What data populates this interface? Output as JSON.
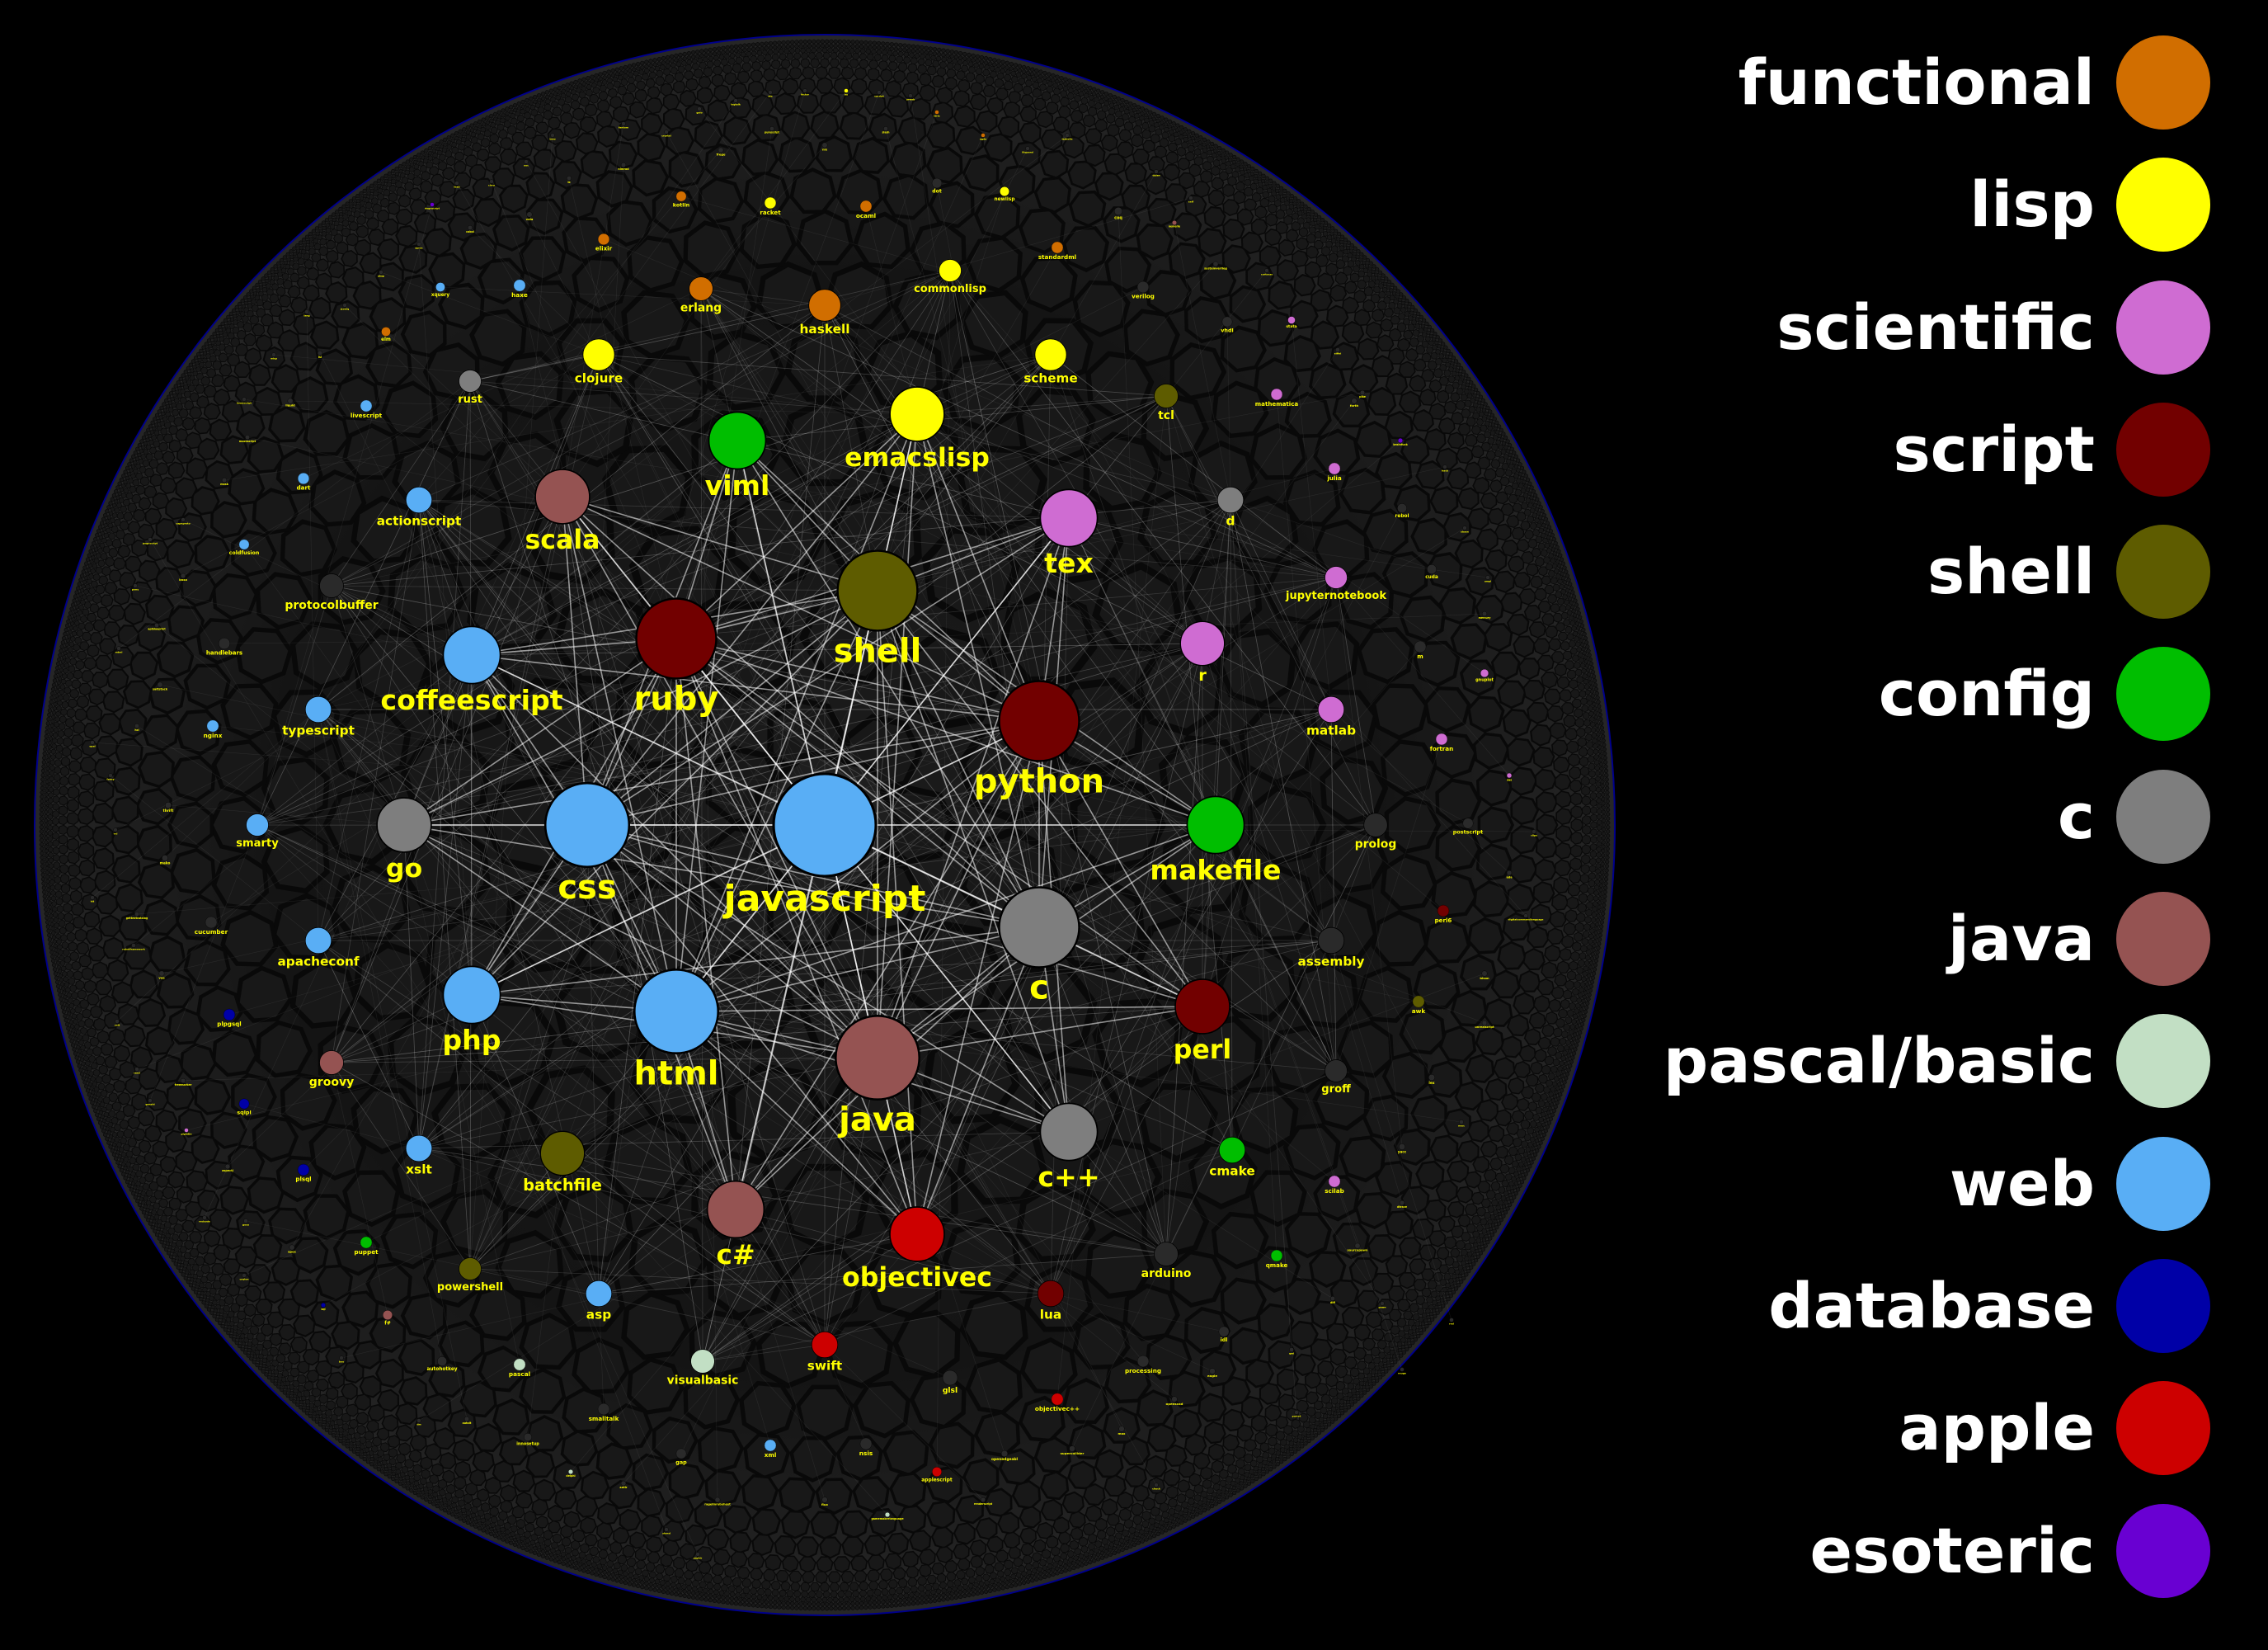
{
  "categories": [
    {
      "key": "functional",
      "label": "functional",
      "color": "#d16e00"
    },
    {
      "key": "lisp",
      "label": "lisp",
      "color": "#ffff00"
    },
    {
      "key": "scientific",
      "label": "scientific",
      "color": "#cf6cd2"
    },
    {
      "key": "script",
      "label": "script",
      "color": "#720000"
    },
    {
      "key": "shell",
      "label": "shell",
      "color": "#5e5c00"
    },
    {
      "key": "config",
      "label": "config",
      "color": "#00be00"
    },
    {
      "key": "c",
      "label": "c",
      "color": "#7e7e7e"
    },
    {
      "key": "java",
      "label": "java",
      "color": "#955352"
    },
    {
      "key": "pascal",
      "label": "pascal/basic",
      "color": "#c2dfc4"
    },
    {
      "key": "web",
      "label": "web",
      "color": "#59aef5"
    },
    {
      "key": "database",
      "label": "database",
      "color": "#0000a7"
    },
    {
      "key": "apple",
      "label": "apple",
      "color": "#cd0000"
    },
    {
      "key": "esoteric",
      "label": "esoteric",
      "color": "#6900d2"
    }
  ],
  "colors": {
    "background": "#000000",
    "label": "#ffff00",
    "uncategorized": "#2a2a2a",
    "disk_edge": "#00008b"
  },
  "nodes": [
    {
      "name": "javascript",
      "cat": "web",
      "weight": 1.0
    },
    {
      "name": "css",
      "cat": "web",
      "weight": 0.9
    },
    {
      "name": "html",
      "cat": "web",
      "weight": 0.9
    },
    {
      "name": "java",
      "cat": "java",
      "weight": 0.9
    },
    {
      "name": "c",
      "cat": "c",
      "weight": 0.86
    },
    {
      "name": "python",
      "cat": "script",
      "weight": 0.86
    },
    {
      "name": "shell",
      "cat": "shell",
      "weight": 0.86
    },
    {
      "name": "ruby",
      "cat": "script",
      "weight": 0.86
    },
    {
      "name": "c++",
      "cat": "c",
      "weight": 0.74
    },
    {
      "name": "c#",
      "cat": "java",
      "weight": 0.74
    },
    {
      "name": "php",
      "cat": "web",
      "weight": 0.74
    },
    {
      "name": "go",
      "cat": "c",
      "weight": 0.74
    },
    {
      "name": "viml",
      "cat": "config",
      "weight": 0.74
    },
    {
      "name": "emacslisp",
      "cat": "lisp",
      "weight": 0.74
    },
    {
      "name": "tex",
      "cat": "scientific",
      "weight": 0.74
    },
    {
      "name": "perl",
      "cat": "script",
      "weight": 0.74
    },
    {
      "name": "makefile",
      "cat": "config",
      "weight": 0.74
    },
    {
      "name": "objectivec",
      "cat": "apple",
      "weight": 0.74
    },
    {
      "name": "scala",
      "cat": "java",
      "weight": 0.74
    },
    {
      "name": "coffeescript",
      "cat": "web",
      "weight": 0.74
    },
    {
      "name": "batchfile",
      "cat": "shell",
      "weight": 0.6
    },
    {
      "name": "r",
      "cat": "scientific",
      "weight": 0.6
    },
    {
      "name": "haskell",
      "cat": "functional",
      "weight": 0.55
    },
    {
      "name": "clojure",
      "cat": "lisp",
      "weight": 0.55
    },
    {
      "name": "scheme",
      "cat": "lisp",
      "weight": 0.55
    },
    {
      "name": "commonlisp",
      "cat": "lisp",
      "weight": 0.45
    },
    {
      "name": "erlang",
      "cat": "functional",
      "weight": 0.45
    },
    {
      "name": "rust",
      "cat": "c",
      "weight": 0.45
    },
    {
      "name": "tcl",
      "cat": "shell",
      "weight": 0.45
    },
    {
      "name": "d",
      "cat": "c",
      "weight": 0.45
    },
    {
      "name": "lua",
      "cat": "script",
      "weight": 0.45
    },
    {
      "name": "swift",
      "cat": "apple",
      "weight": 0.45
    },
    {
      "name": "assembly",
      "cat": null,
      "weight": 0.45
    },
    {
      "name": "arduino",
      "cat": null,
      "weight": 0.45
    },
    {
      "name": "xslt",
      "cat": "web",
      "weight": 0.45
    },
    {
      "name": "asp",
      "cat": "web",
      "weight": 0.45
    },
    {
      "name": "apacheconf",
      "cat": "web",
      "weight": 0.45
    },
    {
      "name": "smarty",
      "cat": "web",
      "weight": 0.45
    },
    {
      "name": "typescript",
      "cat": "web",
      "weight": 0.45
    },
    {
      "name": "actionscript",
      "cat": "web",
      "weight": 0.45
    },
    {
      "name": "protocolbuffer",
      "cat": null,
      "weight": 0.45
    },
    {
      "name": "groovy",
      "cat": "java",
      "weight": 0.45
    },
    {
      "name": "powershell",
      "cat": "shell",
      "weight": 0.45
    },
    {
      "name": "visualbasic",
      "cat": "pascal",
      "weight": 0.45
    },
    {
      "name": "cmake",
      "cat": "config",
      "weight": 0.45
    },
    {
      "name": "matlab",
      "cat": "scientific",
      "weight": 0.45
    },
    {
      "name": "prolog",
      "cat": null,
      "weight": 0.45
    },
    {
      "name": "jupyternotebook",
      "cat": "scientific",
      "weight": 0.45
    },
    {
      "name": "groff",
      "cat": null,
      "weight": 0.45
    },
    {
      "name": "mathematica",
      "cat": "scientific",
      "weight": 0.3
    },
    {
      "name": "julia",
      "cat": "scientific",
      "weight": 0.3
    },
    {
      "name": "glsl",
      "cat": null,
      "weight": 0.3
    },
    {
      "name": "verilog",
      "cat": null,
      "weight": 0.3
    },
    {
      "name": "standardml",
      "cat": "functional",
      "weight": 0.3
    },
    {
      "name": "ocaml",
      "cat": "functional",
      "weight": 0.3
    },
    {
      "name": "racket",
      "cat": "lisp",
      "weight": 0.3
    },
    {
      "name": "kotlin",
      "cat": "functional",
      "weight": 0.3
    },
    {
      "name": "elixir",
      "cat": "functional",
      "weight": 0.3
    },
    {
      "name": "haxe",
      "cat": "web",
      "weight": 0.3
    },
    {
      "name": "dart",
      "cat": "web",
      "weight": 0.3
    },
    {
      "name": "livescript",
      "cat": "web",
      "weight": 0.3
    },
    {
      "name": "coldfusion",
      "cat": "web",
      "weight": 0.3
    },
    {
      "name": "nginx",
      "cat": "web",
      "weight": 0.3
    },
    {
      "name": "handlebars",
      "cat": null,
      "weight": 0.3
    },
    {
      "name": "cucumber",
      "cat": null,
      "weight": 0.3
    },
    {
      "name": "puppet",
      "cat": "config",
      "weight": 0.3
    },
    {
      "name": "pascal",
      "cat": "pascal",
      "weight": 0.3
    },
    {
      "name": "plsql",
      "cat": "database",
      "weight": 0.3
    },
    {
      "name": "plpgsql",
      "cat": "database",
      "weight": 0.3
    },
    {
      "name": "sqlpl",
      "cat": "database",
      "weight": 0.3
    },
    {
      "name": "fortran",
      "cat": "scientific",
      "weight": 0.3
    },
    {
      "name": "perl6",
      "cat": "script",
      "weight": 0.3
    },
    {
      "name": "awk",
      "cat": "shell",
      "weight": 0.3
    },
    {
      "name": "scilab",
      "cat": "scientific",
      "weight": 0.3
    },
    {
      "name": "qmake",
      "cat": "config",
      "weight": 0.3
    },
    {
      "name": "objectivec++",
      "cat": "apple",
      "weight": 0.3
    },
    {
      "name": "xml",
      "cat": "web",
      "weight": 0.3
    },
    {
      "name": "applescript",
      "cat": "apple",
      "weight": 0.3
    },
    {
      "name": "processing",
      "cat": null,
      "weight": 0.3
    },
    {
      "name": "nsis",
      "cat": null,
      "weight": 0.3
    },
    {
      "name": "smalltalk",
      "cat": null,
      "weight": 0.3
    },
    {
      "name": "gap",
      "cat": null,
      "weight": 0.3
    },
    {
      "name": "idl",
      "cat": null,
      "weight": 0.3
    },
    {
      "name": "vhdl",
      "cat": null,
      "weight": 0.3
    },
    {
      "name": "stata",
      "cat": "scientific",
      "weight": 0.3
    },
    {
      "name": "rebol",
      "cat": null,
      "weight": 0.3
    },
    {
      "name": "cuda",
      "cat": null,
      "weight": 0.3
    },
    {
      "name": "m",
      "cat": null,
      "weight": 0.3
    },
    {
      "name": "dot",
      "cat": null,
      "weight": 0.3
    },
    {
      "name": "newlisp",
      "cat": "lisp",
      "weight": 0.3
    },
    {
      "name": "coq",
      "cat": null,
      "weight": 0.3
    },
    {
      "name": "f#",
      "cat": "java",
      "weight": 0.3
    },
    {
      "name": "gnuplot",
      "cat": "scientific",
      "weight": 0.3
    },
    {
      "name": "postscript",
      "cat": null,
      "weight": 0.3
    },
    {
      "name": "autohotkey",
      "cat": null,
      "weight": 0.3
    },
    {
      "name": "innosetup",
      "cat": null,
      "weight": 0.3
    },
    {
      "name": "xquery",
      "cat": "web",
      "weight": 0.3
    },
    {
      "name": "elm",
      "cat": "functional",
      "weight": 0.3
    },
    {
      "name": "vala",
      "cat": null,
      "weight": 0.2
    },
    {
      "name": "cobol",
      "cat": null,
      "weight": 0.2
    },
    {
      "name": "nimrod",
      "cat": null,
      "weight": 0.2
    },
    {
      "name": "frege",
      "cat": null,
      "weight": 0.2
    },
    {
      "name": "nix",
      "cat": null,
      "weight": 0.2
    },
    {
      "name": "io",
      "cat": null,
      "weight": 0.2
    },
    {
      "name": "xproc",
      "cat": null,
      "weight": 0.2
    },
    {
      "name": "abap",
      "cat": null,
      "weight": 0.2
    },
    {
      "name": "jsoniq",
      "cat": null,
      "weight": 0.2
    },
    {
      "name": "lsl",
      "cat": null,
      "weight": 0.2
    },
    {
      "name": "liquid",
      "cat": null,
      "weight": 0.2
    },
    {
      "name": "moonscript",
      "cat": null,
      "weight": 0.2
    },
    {
      "name": "mask",
      "cat": null,
      "weight": 0.2
    },
    {
      "name": "capnproto",
      "cat": null,
      "weight": 0.2
    },
    {
      "name": "lasso",
      "cat": null,
      "weight": 0.2
    },
    {
      "name": "apiblueprint",
      "cat": null,
      "weight": 0.2
    },
    {
      "name": "saltstack",
      "cat": null,
      "weight": 0.2
    },
    {
      "name": "hcl",
      "cat": null,
      "weight": 0.2
    },
    {
      "name": "thrift",
      "cat": null,
      "weight": 0.2
    },
    {
      "name": "mako",
      "cat": null,
      "weight": 0.2
    },
    {
      "name": "gettextcatalog",
      "cat": null,
      "weight": 0.2
    },
    {
      "name": "vue",
      "cat": null,
      "weight": 0.2
    },
    {
      "name": "freemarker",
      "cat": null,
      "weight": 0.2
    },
    {
      "name": "aspectj",
      "cat": null,
      "weight": 0.2
    },
    {
      "name": "gosu",
      "cat": null,
      "weight": 0.2
    },
    {
      "name": "apex",
      "cat": null,
      "weight": 0.2
    },
    {
      "name": "sql",
      "cat": "database",
      "weight": 0.2
    },
    {
      "name": "piglatin",
      "cat": "scientific",
      "weight": 0.2
    },
    {
      "name": "autoit",
      "cat": null,
      "weight": 0.2
    },
    {
      "name": "delphi",
      "cat": "pascal",
      "weight": 0.2
    },
    {
      "name": "antlr",
      "cat": null,
      "weight": 0.2
    },
    {
      "name": "flux",
      "cat": null,
      "weight": 0.2
    },
    {
      "name": "openedgeabl",
      "cat": null,
      "weight": 0.2
    },
    {
      "name": "supercollider",
      "cat": null,
      "weight": 0.2
    },
    {
      "name": "max",
      "cat": null,
      "weight": 0.2
    },
    {
      "name": "openscad",
      "cat": null,
      "weight": 0.2
    },
    {
      "name": "eagle",
      "cat": null,
      "weight": 0.2
    },
    {
      "name": "sourcepawn",
      "cat": null,
      "weight": 0.2
    },
    {
      "name": "dtrace",
      "cat": null,
      "weight": 0.2
    },
    {
      "name": "yacc",
      "cat": null,
      "weight": 0.2
    },
    {
      "name": "lex",
      "cat": null,
      "weight": 0.2
    },
    {
      "name": "unrealscript",
      "cat": null,
      "weight": 0.2
    },
    {
      "name": "bison",
      "cat": null,
      "weight": 0.2
    },
    {
      "name": "ada",
      "cat": null,
      "weight": 0.2
    },
    {
      "name": "sas",
      "cat": "scientific",
      "weight": 0.2
    },
    {
      "name": "mercury",
      "cat": null,
      "weight": 0.2
    },
    {
      "name": "forth",
      "cat": null,
      "weight": 0.2
    },
    {
      "name": "brainfuck",
      "cat": "esoteric",
      "weight": 0.2
    },
    {
      "name": "eiffel",
      "cat": null,
      "weight": 0.2
    },
    {
      "name": "systemverilog",
      "cat": null,
      "weight": 0.2
    },
    {
      "name": "cartocss",
      "cat": null,
      "weight": 0.2
    },
    {
      "name": "nemerle",
      "cat": "java",
      "weight": 0.2
    },
    {
      "name": "lilypond",
      "cat": null,
      "weight": 0.2
    },
    {
      "name": "agda",
      "cat": "functional",
      "weight": 0.2
    },
    {
      "name": "idris",
      "cat": "functional",
      "weight": 0.2
    },
    {
      "name": "slash",
      "cat": null,
      "weight": 0.2
    },
    {
      "name": "purescript",
      "cat": null,
      "weight": 0.2
    },
    {
      "name": "crystal",
      "cat": null,
      "weight": 0.2
    },
    {
      "name": "factor",
      "cat": null,
      "weight": 0.2
    },
    {
      "name": "hy",
      "cat": "lisp",
      "weight": 0.2
    },
    {
      "name": "robotframework",
      "cat": null,
      "weight": 0.2
    },
    {
      "name": "ragelinrubyhost",
      "cat": null,
      "weight": 0.2
    },
    {
      "name": "gamemakerlanguage",
      "cat": "pascal",
      "weight": 0.2
    },
    {
      "name": "renderscript",
      "cat": null,
      "weight": 0.2
    },
    {
      "name": "digitalcommandlanguage",
      "cat": null,
      "weight": 0.2
    },
    {
      "name": "dogescript",
      "cat": "esoteric",
      "weight": 0.2
    },
    {
      "name": "pogoscript",
      "cat": null,
      "weight": 0.2
    },
    {
      "name": "wisp",
      "cat": null,
      "weight": 0.2
    },
    {
      "name": "lean",
      "cat": null,
      "weight": 0.2
    },
    {
      "name": "cirru",
      "cat": null,
      "weight": 0.2
    },
    {
      "name": "ooc",
      "cat": null,
      "weight": 0.2
    },
    {
      "name": "inno",
      "cat": null,
      "weight": 0.2
    },
    {
      "name": "fantom",
      "cat": null,
      "weight": 0.2
    },
    {
      "name": "golo",
      "cat": null,
      "weight": 0.2
    },
    {
      "name": "logtalk",
      "cat": null,
      "weight": 0.2
    },
    {
      "name": "ats",
      "cat": null,
      "weight": 0.2
    },
    {
      "name": "cycript",
      "cat": null,
      "weight": 0.2
    },
    {
      "name": "urweb",
      "cat": null,
      "weight": 0.2
    },
    {
      "name": "isabelle",
      "cat": null,
      "weight": 0.2
    },
    {
      "name": "dylan",
      "cat": null,
      "weight": 0.2
    },
    {
      "name": "self",
      "cat": null,
      "weight": 0.2
    },
    {
      "name": "pike",
      "cat": null,
      "weight": 0.2
    },
    {
      "name": "hack",
      "cat": null,
      "weight": 0.2
    },
    {
      "name": "xbase",
      "cat": null,
      "weight": 0.2
    },
    {
      "name": "ampl",
      "cat": null,
      "weight": 0.2
    },
    {
      "name": "clips",
      "cat": null,
      "weight": 0.2
    },
    {
      "name": "opal",
      "cat": null,
      "weight": 0.2
    },
    {
      "name": "fancy",
      "cat": null,
      "weight": 0.2
    },
    {
      "name": "vcl",
      "cat": null,
      "weight": 0.2
    },
    {
      "name": "kit",
      "cat": null,
      "weight": 0.2
    },
    {
      "name": "volt",
      "cat": null,
      "weight": 0.2
    },
    {
      "name": "raml",
      "cat": null,
      "weight": 0.2
    },
    {
      "name": "genshi",
      "cat": null,
      "weight": 0.2
    },
    {
      "name": "mtml",
      "cat": null,
      "weight": 0.2
    },
    {
      "name": "pony",
      "cat": null,
      "weight": 0.2
    },
    {
      "name": "lang",
      "cat": null,
      "weight": 0.2
    },
    {
      "name": "loomscript",
      "cat": null,
      "weight": 0.2
    },
    {
      "name": "redcode",
      "cat": null,
      "weight": 0.2
    },
    {
      "name": "ceylon",
      "cat": null,
      "weight": 0.2
    },
    {
      "name": "boo",
      "cat": null,
      "weight": 0.2
    },
    {
      "name": "dm",
      "cat": null,
      "weight": 0.2
    },
    {
      "name": "xtend",
      "cat": null,
      "weight": 0.2
    },
    {
      "name": "zephir",
      "cat": null,
      "weight": 0.2
    },
    {
      "name": "chuck",
      "cat": null,
      "weight": 0.2
    },
    {
      "name": "qml",
      "cat": null,
      "weight": 0.2
    },
    {
      "name": "diff",
      "cat": null,
      "weight": 0.2
    },
    {
      "name": "pawn",
      "cat": null,
      "weight": 0.2
    },
    {
      "name": "parrot",
      "cat": null,
      "weight": 0.2
    },
    {
      "name": "nesc",
      "cat": null,
      "weight": 0.2
    },
    {
      "name": "rouge",
      "cat": null,
      "weight": 0.2
    },
    {
      "name": "red",
      "cat": null,
      "weight": 0.2
    }
  ]
}
